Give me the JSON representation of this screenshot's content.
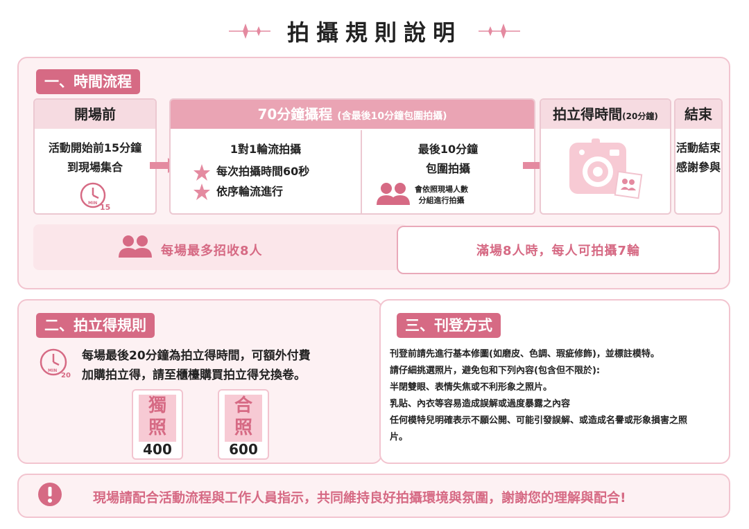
{
  "header": {
    "title": "拍攝規則說明"
  },
  "section1": {
    "tag": "一、時間流程",
    "before": {
      "head": "開場前",
      "line1": "活動開始前15分鐘",
      "line2": "到現場集合",
      "clock_min": "MIN",
      "clock_num": "15"
    },
    "session": {
      "head_main": "70分鐘攝程",
      "head_sub": "(含最後10分鐘包圍拍攝)",
      "left_title": "1對1輪流拍攝",
      "left_item1": "每次拍攝時間60秒",
      "left_item2": "依序輪流進行",
      "right_title1": "最後10分鐘",
      "right_title2": "包圍拍攝",
      "right_note1": "會依照現場人數",
      "right_note2": "分組進行拍攝"
    },
    "instant": {
      "head_main": "拍立得時間",
      "head_sub": "(20分鐘)"
    },
    "end": {
      "head": "結束",
      "line1": "活動結束",
      "line2": "感謝參與"
    },
    "capacity": "每場最多招收8人",
    "full_note": "滿場8人時，每人可拍攝7輪"
  },
  "section2": {
    "tag": "二、拍立得規則",
    "line1": "每場最後20分鐘為拍立得時間，可額外付費",
    "line2": "加購拍立得，請至櫃檯購買拍立得兌換卷。",
    "clock_min": "MIN",
    "clock_num": "20",
    "tickets": [
      {
        "c1": "獨",
        "c2": "照",
        "price": "400"
      },
      {
        "c1": "合",
        "c2": "照",
        "price": "600"
      }
    ]
  },
  "section3": {
    "tag": "三、刊登方式",
    "lines": [
      "刊登前請先進行基本修圖(如磨皮、色調、瑕疵修飾)，並標註模特。",
      "請仔細挑選照片，避免包和下列內容(包含但不限於):",
      "半閉雙眼、表情失焦或不利形象之照片。",
      "乳貼、內衣等容易造成誤解或過度暴露之內容",
      "任何模特兒明確表示不願公開、可能引發誤解、或造成名譽或形象損害之照",
      "片。"
    ]
  },
  "footer": {
    "notice": "現場請配合活動流程與工作人員指示，共同維持良好拍攝環境與氛圍，謝謝您的理解與配合!"
  },
  "colors": {
    "accent": "#d66a84",
    "light": "#fdf1f3",
    "border": "#f2c4cf"
  },
  "icons": [
    "sparkle-icon",
    "clock-icon",
    "arrow-right-icon",
    "star-icon",
    "people-icon",
    "camera-icon",
    "exclamation-icon"
  ]
}
